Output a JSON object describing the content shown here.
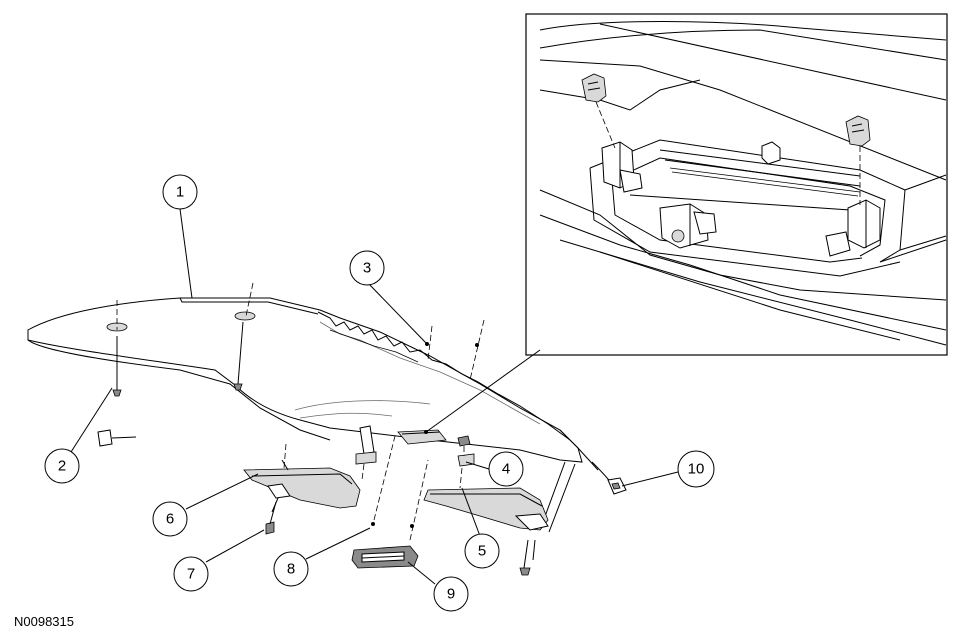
{
  "figure_code": "N0098315",
  "callouts": [
    {
      "id": "1",
      "label": "1"
    },
    {
      "id": "2",
      "label": "2"
    },
    {
      "id": "3",
      "label": "3"
    },
    {
      "id": "4",
      "label": "4"
    },
    {
      "id": "5",
      "label": "5"
    },
    {
      "id": "6",
      "label": "6"
    },
    {
      "id": "7",
      "label": "7"
    },
    {
      "id": "8",
      "label": "8"
    },
    {
      "id": "9",
      "label": "9"
    },
    {
      "id": "10",
      "label": "10"
    }
  ]
}
